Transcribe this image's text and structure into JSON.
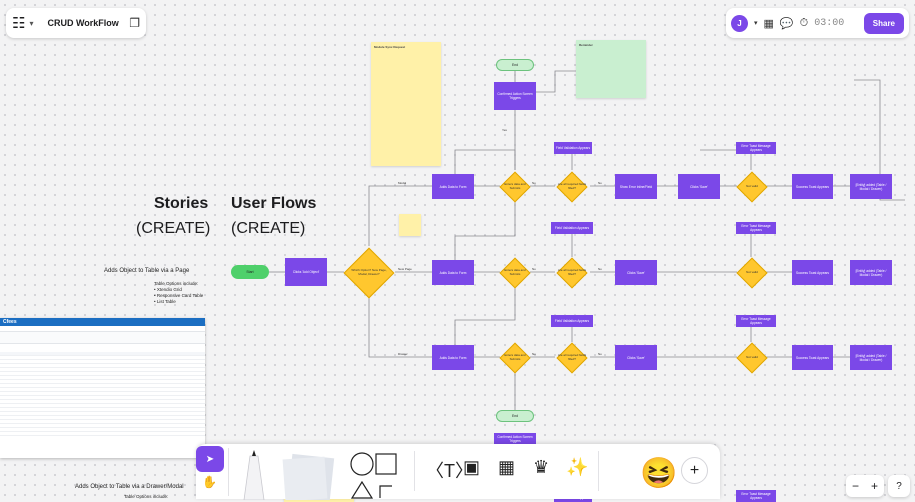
{
  "board": {
    "title": "CRUD WorkFlow",
    "share_label": "Share",
    "avatar_initial": "J",
    "timer": "03:00"
  },
  "canvas": {
    "stories_title": "Stories",
    "stories_sub": "(CREATE)",
    "flows_title": "User Flows",
    "flows_sub": "(CREATE)",
    "adds_page": "Adds Object to Table via a Page",
    "table_options_title": "Table Options include:",
    "table_options": [
      "Xtendio Grid",
      "Responsive Card Table",
      "List Table"
    ],
    "adds_drawer": "Adds Object to Table via a Drawer/Modal",
    "table_options_bottom": "Table Options include:"
  },
  "flow": {
    "start_label": "Start",
    "end_label": "End",
    "enter_add": "Clicks 'Add Object'",
    "decision_main": "Which Option? New Page, Modal, Drawer?",
    "new_page": "New Page",
    "drawer": "Drawer",
    "modal": "Modal",
    "add_data": "Adds Data to Form",
    "enter_data": "Enters data and Submits",
    "not_valid": "Not valid",
    "all_required": "Are all required fields filled?",
    "no": "No",
    "yes": "Yes",
    "click_save": "Clicks 'Save'",
    "error_msg": "Error Toast Message Appears",
    "form_error": "Show Error Inline/Field",
    "success_toast": "Success Toast Appears",
    "new_object_row": "[Entity] added (Table / Modal / Drawer)",
    "return": "Confirmed Action Screen Triggers",
    "field_valid_appears": "Field Validation Appears"
  },
  "notes": {
    "yellow_title": "Module Sync Request",
    "green_title": "Reminder"
  },
  "toolbar": {
    "select_icon": "pointer-icon",
    "hand_icon": "hand-icon"
  }
}
